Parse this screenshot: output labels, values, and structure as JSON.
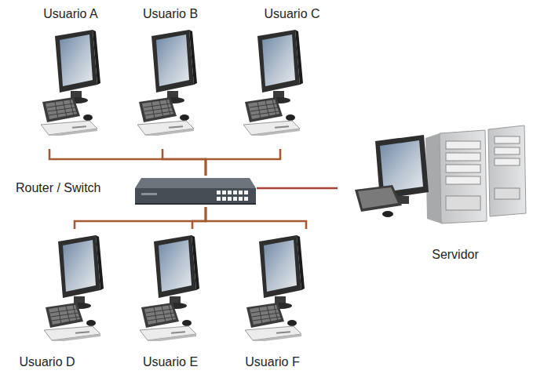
{
  "diagram": {
    "nodes": [
      {
        "text": [
          "Usuario A"
        ]
      },
      {
        "text": [
          "Usuario B"
        ]
      },
      {
        "text": [
          "Usuario C"
        ]
      },
      {
        "text": [
          "Router / Switch"
        ]
      },
      {
        "text": [
          "Servidor"
        ]
      },
      {
        "text": [
          "Usuario D"
        ]
      },
      {
        "text": [
          "Usuario E"
        ]
      },
      {
        "text": [
          "Usuario F"
        ]
      }
    ],
    "edges": [
      {
        "from": 0,
        "to": 3,
        "arrow": "none"
      },
      {
        "from": 1,
        "to": 3,
        "arrow": "none"
      },
      {
        "from": 2,
        "to": 3,
        "arrow": "none"
      },
      {
        "from": 3,
        "to": 5,
        "arrow": "none"
      },
      {
        "from": 3,
        "to": 6,
        "arrow": "none"
      },
      {
        "from": 3,
        "to": 7,
        "arrow": "none"
      },
      {
        "from": 3,
        "to": 4,
        "arrow": "none"
      }
    ]
  }
}
